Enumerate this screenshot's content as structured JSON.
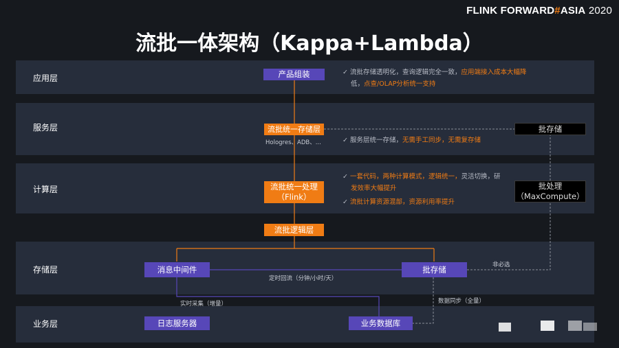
{
  "brand": {
    "main": "FLINK FORWARD",
    "hash": "#",
    "region": "ASIA",
    "year": "2020"
  },
  "title": "流批一体架构（Kappa+Lambda）",
  "layers": {
    "app": "应用层",
    "service": "服务层",
    "compute": "计算层",
    "storage": "存储层",
    "business": "业务层"
  },
  "boxes": {
    "product_assembly": "产品组装",
    "unified_storage": "流批统一存储层",
    "unified_processing_line1": "流批统一处理",
    "unified_processing_line2": "（Flink）",
    "logic_layer": "流批逻辑层",
    "batch_storage_top": "批存储",
    "batch_processing_line1": "批处理",
    "batch_processing_line2": "（MaxCompute）",
    "message_middleware": "消息中间件",
    "batch_storage": "批存储",
    "log_server": "日志服务器",
    "business_db": "业务数据库"
  },
  "labels": {
    "hologres": "Hologres、ADB、...",
    "scheduled_backflow": "定时回流（分钟/小时/天）",
    "optional": "非必选",
    "realtime_collect": "实时采集（增量）",
    "data_sync": "数据同步（全量）"
  },
  "notes": {
    "app_1a": "流批存储透明化，查询逻辑完全一致，",
    "app_1b": "应用端接入成本大幅降",
    "app_2a": "低，",
    "app_2b": "点查/OLAP分析统一支持",
    "service_1a": "服务层统一存储，",
    "service_1b": "无需手工同步，无需复存储",
    "compute_1a": "一套代码，两种计算模式，逻辑统一，",
    "compute_1b": "灵活切换，研",
    "compute_2": "发效率大幅提升",
    "compute_3": "流批计算资源混部，资源利用率提升",
    "check": "✓"
  },
  "colors": {
    "background": "#16191e",
    "layer": "#262d3b",
    "purple": "#5747b8",
    "orange": "#f07c14",
    "gray_line": "#8a8f99"
  }
}
